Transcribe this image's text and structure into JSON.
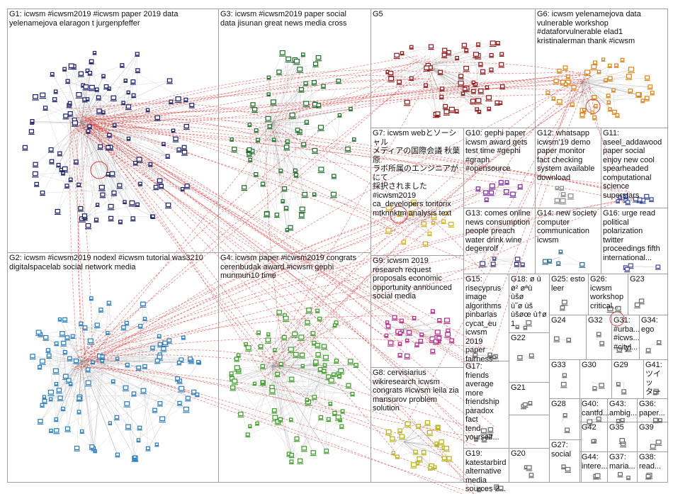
{
  "groups": [
    {
      "id": "G1",
      "label": "G1: icwsm #icwsm2019 #icwsm paper 2019 data\nyelenamejova elaragon t jurgenpfeffer",
      "color": "#1b1f63"
    },
    {
      "id": "G2",
      "label": "G2: icwsm #icwsm2019 nodexl #icwsm tutorial was3210\ndigitalspacelab social network media",
      "color": "#2a7bb8"
    },
    {
      "id": "G3",
      "label": "G3: icwsm #icwsm2019 paper social\ndata jisunan great news media cross",
      "color": "#1f6b2a"
    },
    {
      "id": "G4",
      "label": "G4: icwsm paper #icwsm2019 congrats\ncerenbudak award #icwsm gephi\nmunmun10 time",
      "color": "#3f9a2b"
    },
    {
      "id": "G5",
      "label": "G5",
      "color": "#8b1a1a"
    },
    {
      "id": "G6",
      "label": "G6: icwsm yelenamejova data\nvulnerable workshop\n#dataforvulnerable elad1\nkristinalerman thank #icwsm",
      "color": "#d6861b"
    },
    {
      "id": "G7",
      "label": "G7: icwsm webとソーシャル\nメディアの国際会議 秋葉原\nラボ所属のエンジニアが にて\n採択されました\n#icwsm2019\nca_developers toritorix\nmtknnktm analysis text",
      "color": "#d4b21a"
    },
    {
      "id": "G8",
      "label": "G8: cervisiarius\nwikiresearch icwsm\ncongrats #icwsm leila zia\nmansurov problem\nsolution",
      "color": "#b6b21a"
    },
    {
      "id": "G9",
      "label": "G9: icwsm 2019\nresearch request\nproposals economic\nopportunity announced\nsocial media",
      "color": "#b02a88"
    },
    {
      "id": "G10",
      "label": "G10: gephi paper\nicwsm award gets\ntest time #gephi\n#graph\n#opensource",
      "color": "#7a2a9a"
    },
    {
      "id": "G11",
      "label": "G11:\naseel_addawood\npaper social\nenjoy new cool\nspearheaded\ncomputational\nscience\nsuperstars",
      "color": "#3a4a9a"
    },
    {
      "id": "G12",
      "label": "G12: whatsapp\nicwsm'19 demo\npaper monitor\nfact checking\nsystem available\ndownload",
      "color": "#8a8a8a"
    },
    {
      "id": "G13",
      "label": "G13: comes online\nnews consumption\npeople preach\nwater drink wine\ndegenrolf",
      "color": "#3a3a7a"
    },
    {
      "id": "G14",
      "label": "G14: new society\ncomputer\ncommunication\nicwsm",
      "color": "#2a6a8a"
    },
    {
      "id": "G15",
      "label": "G15:\nrisecyprus\nimage\nalgorithms\npinbarlas\ncycat_eu\nicwsm 2019\npaper\nfairness...",
      "color": "#6a6a6a"
    },
    {
      "id": "G16",
      "label": "G16: urge read\npolitical\npolarization\ntwitter\nproceedings fifth\ninternational...",
      "color": "#4a4a9a"
    },
    {
      "id": "G17",
      "label": "G17: friends\naverage\nmore\nfriendship\nparadox fact\ntend\nyourself...",
      "color": "#6a6a6a"
    },
    {
      "id": "G18",
      "label": "G18: ø ù\nø² øªù ùšø\nù˜ø ùš\nùšøœ ù†ø\n1",
      "color": "#6a6a6a"
    },
    {
      "id": "G19",
      "label": "G19:\nkatestarbird\nalternative\nmedia\nsources 2...",
      "color": "#6a6a6a"
    },
    {
      "id": "G20",
      "label": "G20",
      "color": "#6a6a6a"
    },
    {
      "id": "G21",
      "label": "G21",
      "color": "#6a6a6a"
    },
    {
      "id": "G22",
      "label": "G22",
      "color": "#6a6a6a"
    },
    {
      "id": "G23",
      "label": "G23",
      "color": "#6a6a6a"
    },
    {
      "id": "G24",
      "label": "G24",
      "color": "#6a6a6a"
    },
    {
      "id": "G25",
      "label": "G25: esto\nleer",
      "color": "#6a6a6a"
    },
    {
      "id": "G26",
      "label": "G26:\nicwsm\nworkshop\ncritical...",
      "color": "#6a6a6a"
    },
    {
      "id": "G27",
      "label": "G27:\nsocial",
      "color": "#6a6a6a"
    },
    {
      "id": "G28",
      "label": "G28",
      "color": "#6a6a6a"
    },
    {
      "id": "G29",
      "label": "G29",
      "color": "#6a6a6a"
    },
    {
      "id": "G30",
      "label": "G30",
      "color": "#6a6a6a"
    },
    {
      "id": "G31",
      "label": "G31:\n#urba...\n#icws...\n#cityl...",
      "color": "#6a6a6a"
    },
    {
      "id": "G32",
      "label": "G32",
      "color": "#6a6a6a"
    },
    {
      "id": "G33",
      "label": "G33",
      "color": "#6a6a6a"
    },
    {
      "id": "G34",
      "label": "G34:\nego",
      "color": "#6a6a6a"
    },
    {
      "id": "G35",
      "label": "G35",
      "color": "#6a6a6a"
    },
    {
      "id": "G36",
      "label": "G36:\npaper...",
      "color": "#6a6a6a"
    },
    {
      "id": "G37",
      "label": "G37:\nmaria...",
      "color": "#6a6a6a"
    },
    {
      "id": "G38",
      "label": "G38:\nread...",
      "color": "#6a6a6a"
    },
    {
      "id": "G39",
      "label": "G39",
      "color": "#6a6a6a"
    },
    {
      "id": "G40",
      "label": "G40:\ncantfd...",
      "color": "#6a6a6a"
    },
    {
      "id": "G41",
      "label": "G41:\nツイッ\nター",
      "color": "#6a6a6a"
    },
    {
      "id": "G42",
      "label": "G42",
      "color": "#6a6a6a"
    },
    {
      "id": "G43",
      "label": "G43:\nambig...",
      "color": "#6a6a6a"
    },
    {
      "id": "G44",
      "label": "G44:\ninterе...",
      "color": "#6a6a6a"
    }
  ],
  "colors": {
    "edge": "#9a9a9a",
    "cross_edge": "#d83a3a",
    "border": "#a0a0a0"
  }
}
